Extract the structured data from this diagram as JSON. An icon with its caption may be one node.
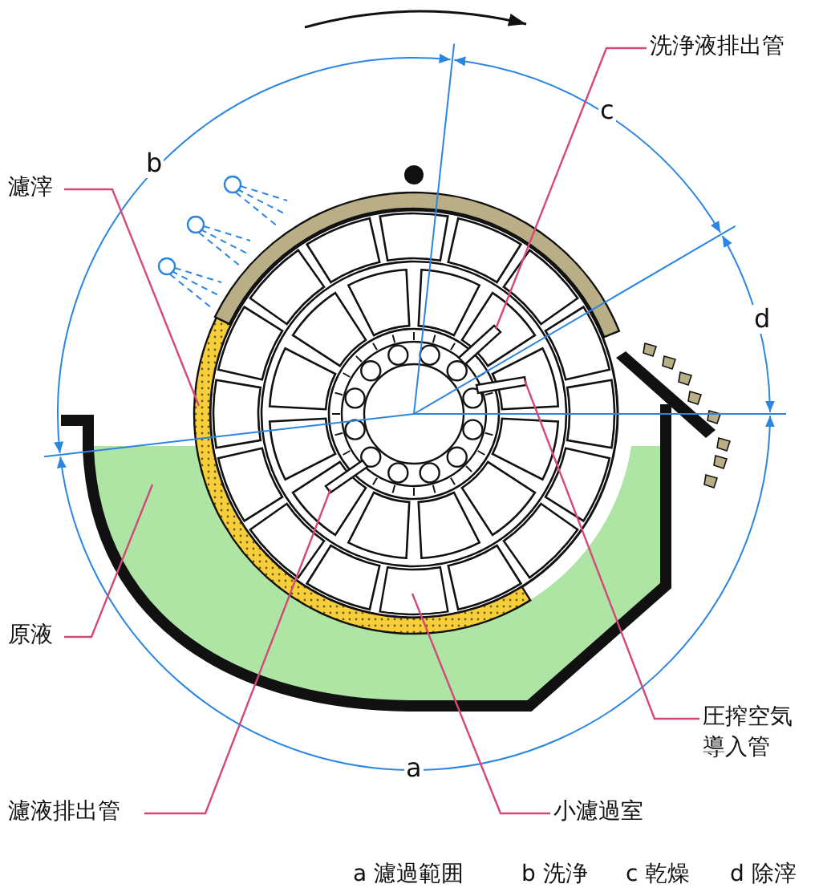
{
  "diagram": {
    "nodes": [
      {
        "text": [
          "洗浄液排出管"
        ]
      },
      {
        "text": [
          "濾滓"
        ]
      },
      {
        "text": [
          "原液"
        ]
      },
      {
        "text": [
          "圧搾空気導入管"
        ]
      },
      {
        "text": [
          "濾液排出管"
        ]
      },
      {
        "text": [
          "小濾過室"
        ]
      },
      {
        "text": [],
        "shape": "bar"
      },
      {
        "text": [],
        "shape": "band"
      },
      {
        "text": [],
        "shape": "region"
      },
      {
        "text": [],
        "shape": "bar"
      },
      {
        "text": [],
        "shape": "bar"
      },
      {
        "text": [],
        "shape": "box"
      },
      {
        "text": [],
        "shape": "arc"
      }
    ],
    "edges": [
      {
        "from": 0,
        "to": 6,
        "arrow": "none"
      },
      {
        "from": 1,
        "to": 7,
        "arrow": "none"
      },
      {
        "from": 2,
        "to": 8,
        "arrow": "none"
      },
      {
        "from": 3,
        "to": 9,
        "arrow": "none"
      },
      {
        "from": 4,
        "to": 10,
        "arrow": "none"
      },
      {
        "from": 5,
        "to": 11,
        "arrow": "none"
      }
    ],
    "labels": [
      "a",
      "b",
      "c",
      "d",
      "a 濾過範囲",
      "b 洗浄",
      "c 乾燥",
      "d 除滓"
    ]
  }
}
